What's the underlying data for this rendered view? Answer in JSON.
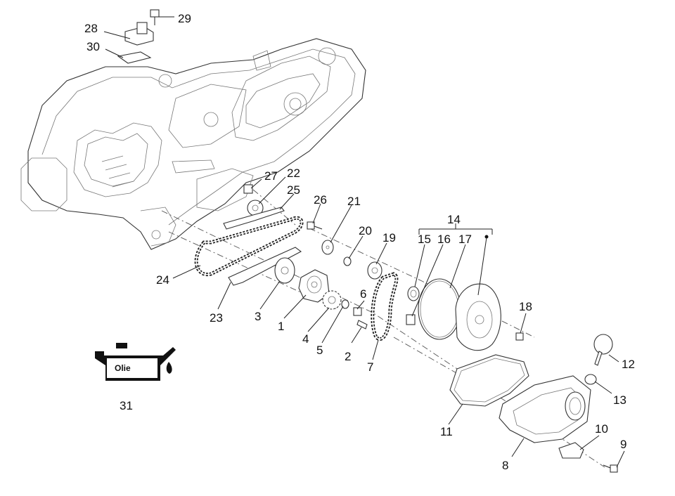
{
  "callouts": [
    {
      "id": "c1",
      "label": "1"
    },
    {
      "id": "c2",
      "label": "2"
    },
    {
      "id": "c3",
      "label": "3"
    },
    {
      "id": "c4",
      "label": "4"
    },
    {
      "id": "c5",
      "label": "5"
    },
    {
      "id": "c6",
      "label": "6"
    },
    {
      "id": "c7",
      "label": "7"
    },
    {
      "id": "c8",
      "label": "8"
    },
    {
      "id": "c9",
      "label": "9"
    },
    {
      "id": "c10",
      "label": "10"
    },
    {
      "id": "c11",
      "label": "11"
    },
    {
      "id": "c12",
      "label": "12"
    },
    {
      "id": "c13",
      "label": "13"
    },
    {
      "id": "c14",
      "label": "14"
    },
    {
      "id": "c15",
      "label": "15"
    },
    {
      "id": "c16",
      "label": "16"
    },
    {
      "id": "c17",
      "label": "17"
    },
    {
      "id": "c18",
      "label": "18"
    },
    {
      "id": "c19",
      "label": "19"
    },
    {
      "id": "c20",
      "label": "20"
    },
    {
      "id": "c21",
      "label": "21"
    },
    {
      "id": "c22",
      "label": "22"
    },
    {
      "id": "c23",
      "label": "23"
    },
    {
      "id": "c24",
      "label": "24"
    },
    {
      "id": "c25",
      "label": "25"
    },
    {
      "id": "c26",
      "label": "26"
    },
    {
      "id": "c27",
      "label": "27"
    },
    {
      "id": "c28",
      "label": "28"
    },
    {
      "id": "c29",
      "label": "29"
    },
    {
      "id": "c30",
      "label": "30"
    },
    {
      "id": "c31",
      "label": "31"
    }
  ],
  "oil_icon": {
    "label": "Olie",
    "icon": "oil-can-icon"
  },
  "line_color": "#222222"
}
